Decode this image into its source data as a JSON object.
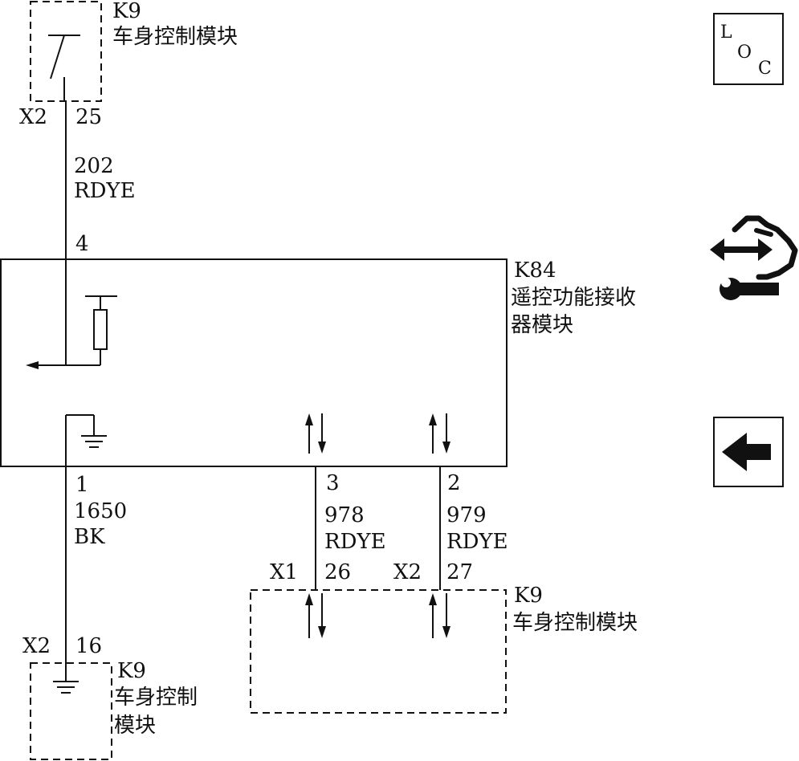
{
  "top_module": {
    "id": "K9",
    "name": "车身控制模块",
    "connector": "X2",
    "pin": "25"
  },
  "wire_202": {
    "number": "202",
    "color": "RDYE"
  },
  "receiver": {
    "pin_top": "4",
    "id": "K84",
    "name_line1": "遥控功能接收",
    "name_line2": "器模块",
    "pin_ground": "1",
    "pin_data1": "3",
    "pin_data2": "2"
  },
  "wire_1650": {
    "number": "1650",
    "color": "BK"
  },
  "wire_978": {
    "number": "978",
    "color": "RDYE"
  },
  "wire_979": {
    "number": "979",
    "color": "RDYE"
  },
  "ground_module": {
    "connector": "X2",
    "pin": "16",
    "id": "K9",
    "name_line1": "车身控制",
    "name_line2": "模块"
  },
  "data_module": {
    "connector1": "X1",
    "pin1": "26",
    "connector2": "X2",
    "pin2": "27",
    "id": "K9",
    "name": "车身控制模块"
  },
  "icons": {
    "loc_letters": [
      "L",
      "O",
      "C"
    ],
    "tool": "hand-and-wrench-icon",
    "back": "back-arrow-icon"
  }
}
